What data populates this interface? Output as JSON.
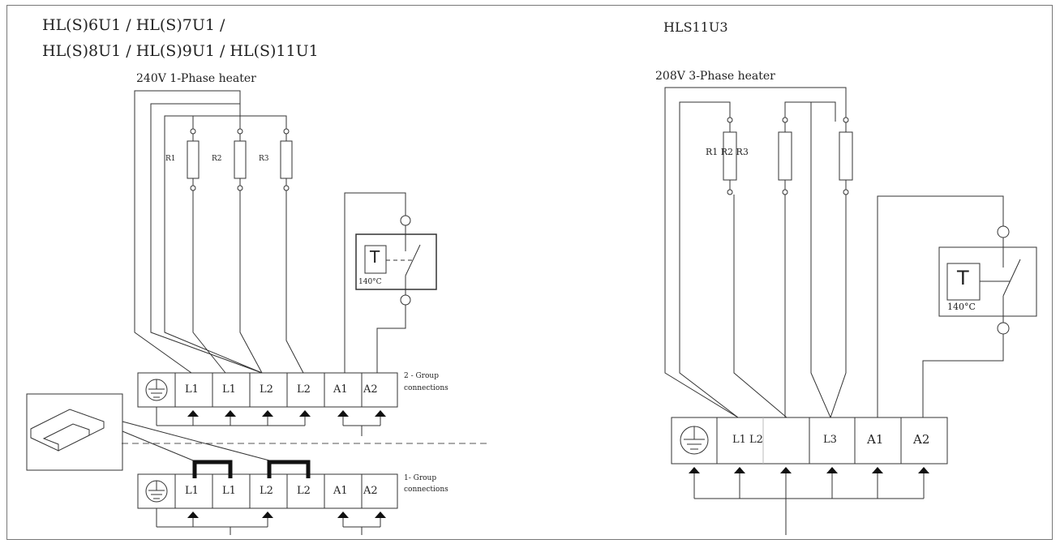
{
  "left": {
    "title_line1": "HL(S)6U1 / HL(S)7U1 /",
    "title_line2": "HL(S)8U1 / HL(S)9U1 / HL(S)11U1",
    "heater_label": "240V 1-Phase heater",
    "resistors": [
      "R1",
      "R2",
      "R3"
    ],
    "thermostat_label": "T",
    "thermostat_temp": "140°C",
    "group2_label_line1": "2 - Group",
    "group2_label_line2": "connections",
    "group1_label_line1": "1- Group",
    "group1_label_line2": "connections",
    "terminals_top": [
      "L1",
      "L1",
      "L2",
      "L2",
      "A1",
      "A2"
    ],
    "terminals_bottom": [
      "L1",
      "L1",
      "L2",
      "L2",
      "A1",
      "A2"
    ]
  },
  "right": {
    "title": "HLS11U3",
    "heater_label": "208V 3-Phase heater",
    "resistors_label": "R1 R2 R3",
    "thermostat_label": "T",
    "thermostat_temp": "140°C",
    "terminals": [
      "L1 L2",
      "L3",
      "A1",
      "A2"
    ]
  }
}
